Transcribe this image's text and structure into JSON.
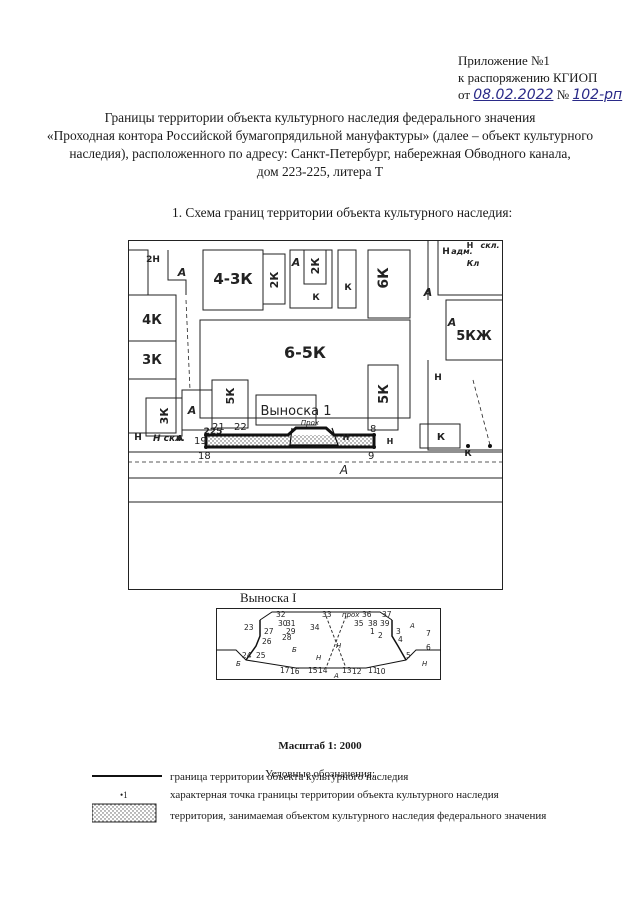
{
  "appendix": {
    "line1": "Приложение №1",
    "line2": "к распоряжению КГИОП",
    "prefix_ot": "от",
    "date": "08.02.2022",
    "number_sign": "№",
    "number": "102-рп"
  },
  "title": {
    "line1": "Границы территории объекта культурного наследия федерального значения",
    "line2": "«Проходная контора Российской бумагопрядильной мануфактуры» (далее – объект культурного",
    "line3": "наследия), расположенного по адресу: Санкт-Петербург, набережная Обводного канала,",
    "line4": "дом 223-225, литера Т"
  },
  "section1_heading": "1.   Схема границ территории объекта культурного наследия:",
  "main_map": {
    "buildings": [
      "2Н",
      "А",
      "4-3К",
      "2К",
      "А",
      "2К",
      "6К",
      "Н",
      "адм.",
      "Кл",
      "Н",
      "скл.",
      "А",
      "4К",
      "3К",
      "6-5К",
      "5КЖ",
      "3К",
      "А",
      "5К",
      "5К",
      "А",
      "Н",
      "К",
      "К",
      "Н",
      "К",
      "225",
      "Н скл.",
      "Н",
      "А",
      "Н",
      "К"
    ],
    "callout_label": "Выноска 1",
    "points": [
      "19",
      "21",
      "22",
      "8",
      "18",
      "9"
    ],
    "road_label": "А",
    "overlay_label": "Прох"
  },
  "callout_map": {
    "title": "Выноска I",
    "points": [
      "32",
      "33",
      "36",
      "37",
      "23",
      "30",
      "31",
      "35",
      "38",
      "39",
      "27",
      "29",
      "34",
      "1",
      "3",
      "7",
      "28",
      "2",
      "4",
      "26",
      "6",
      "24",
      "25",
      "5",
      "17",
      "16",
      "15",
      "14",
      "13",
      "12",
      "11",
      "10"
    ],
    "labels": [
      "прох",
      "А",
      "Б",
      "Н",
      "Н",
      "А",
      "Б",
      "Н"
    ]
  },
  "scale": "Масштаб 1: 2000",
  "legend": {
    "title": "Условные обозначения:",
    "items": [
      {
        "symbol": "line",
        "text": "граница территории объекта культурного наследия"
      },
      {
        "symbol": "point",
        "marker_label": "•1",
        "text": "характерная точка границы территории объекта культурного наследия"
      },
      {
        "symbol": "hatched",
        "text": "территория, занимаемая объектом культурного  наследия федерального значения"
      }
    ]
  }
}
